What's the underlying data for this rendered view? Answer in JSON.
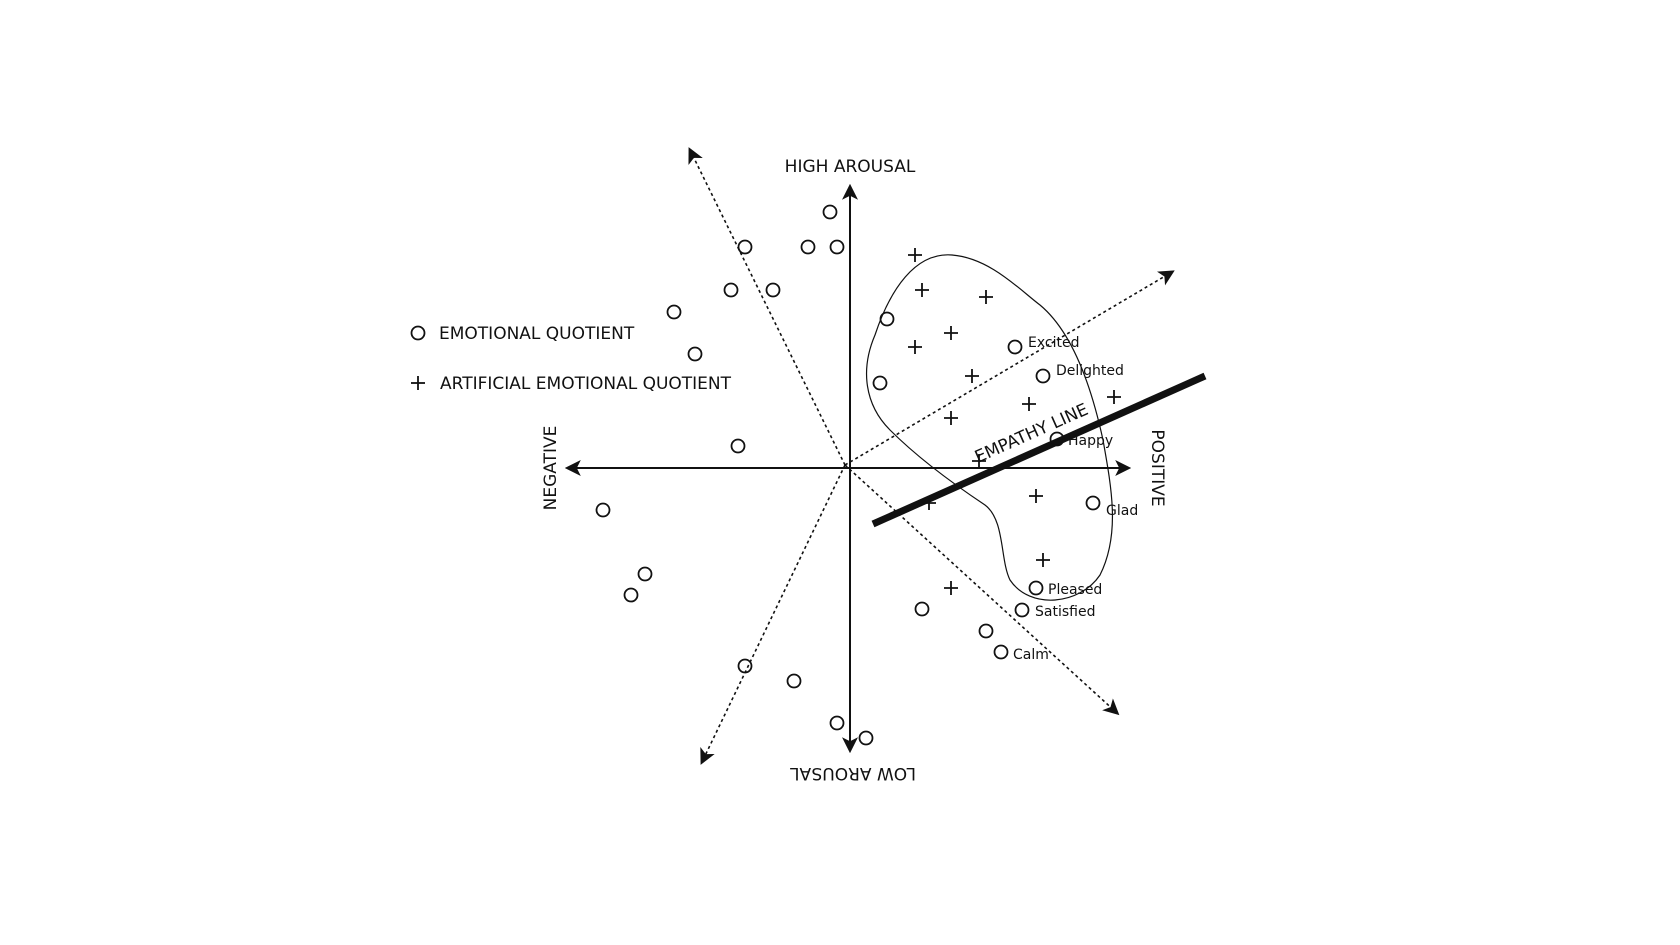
{
  "axes": {
    "top": "HIGH AROUSAL",
    "bottom": "LOW AROUSAL",
    "left": "NEGATIVE",
    "right": "POSITIVE"
  },
  "legend": {
    "circle_label": "EMOTIONAL QUOTIENT",
    "plus_label": "ARTIFICIAL EMOTIONAL QUOTIENT"
  },
  "empathy_line_label": "EMPATHY LINE",
  "emotion_labels": {
    "excited": "Excited",
    "delighted": "Delighted",
    "happy": "Happy",
    "glad": "Glad",
    "pleased": "Pleased",
    "satisfied": "Satisfied",
    "calm": "Calm"
  },
  "colors": {
    "ink": "#111111",
    "background": "#ffffff"
  },
  "icons": {
    "circle_marker": "circle-outline",
    "plus_marker": "plus-sign"
  }
}
